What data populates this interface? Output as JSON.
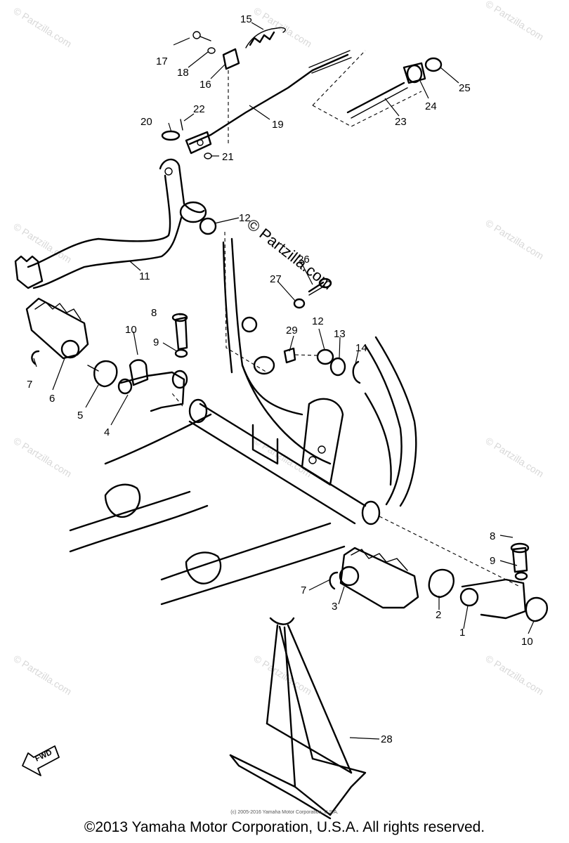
{
  "watermark": {
    "text": "© Partzilla.com",
    "main_text": "© Partzilla.com"
  },
  "callouts": {
    "c1": "1",
    "c2": "2",
    "c3": "3",
    "c4": "4",
    "c5": "5",
    "c6": "6",
    "c7a": "7",
    "c7b": "7",
    "c8a": "8",
    "c8b": "8",
    "c9a": "9",
    "c9b": "9",
    "c10a": "10",
    "c10b": "10",
    "c11": "11",
    "c12a": "12",
    "c12b": "12",
    "c13": "13",
    "c14": "14",
    "c15": "15",
    "c16": "16",
    "c17": "17",
    "c18": "18",
    "c19": "19",
    "c20": "20",
    "c21": "21",
    "c22": "22",
    "c23": "23",
    "c24": "24",
    "c25": "25",
    "c26": "26",
    "c27": "27",
    "c28": "28",
    "c29": "29"
  },
  "fwd_label": "FWD",
  "small_copyright": "(c) 2005-2016 Yamaha Motor Corporation, U.S.A.",
  "copyright": "©2013 Yamaha Motor Corporation, U.S.A. All rights reserved.",
  "icons": {
    "fwd": "fwd-arrow-icon"
  }
}
